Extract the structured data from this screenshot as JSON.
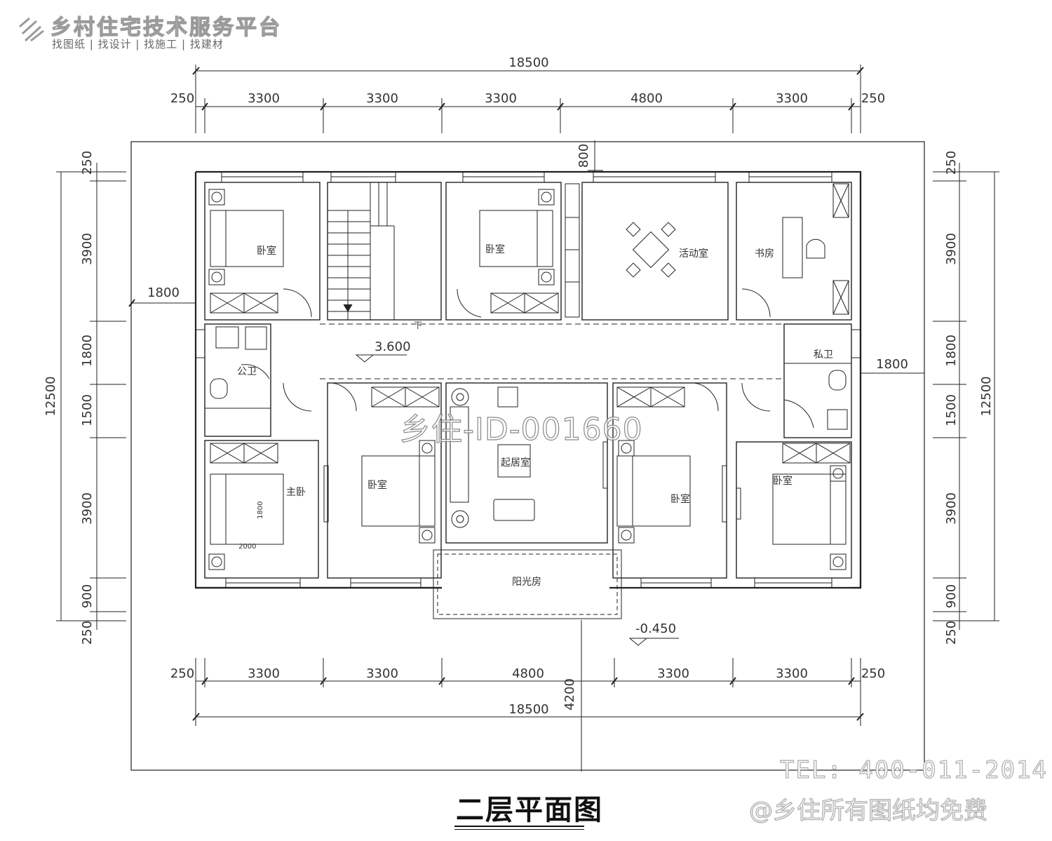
{
  "brand": {
    "title": "乡村住宅技术服务平台",
    "subtitle": "找图纸 | 找设计 | 找施工 | 找建材"
  },
  "watermark": "乡住-ID-001660",
  "footer": {
    "tel": "TEL: 400-011-2014",
    "free": "@乡住所有图纸均免费"
  },
  "plan_title": "二层平面图",
  "rooms": {
    "bedroom_tl": "卧室",
    "bedroom_tm": "卧室",
    "activity": "活动室",
    "study": "书房",
    "public_wc": "公卫",
    "private_wc": "私卫",
    "master_bedroom": "主卧",
    "bedroom_bl": "卧室",
    "living": "起居室",
    "bedroom_br": "卧室",
    "bedroom_rr": "卧室",
    "sunroom": "阳光房"
  },
  "annotations": {
    "stair_down": "下",
    "level_upper": "3.600",
    "level_lower": "-0.450",
    "bed_width": "2000",
    "bed_length": "1800"
  },
  "dimensions": {
    "top_total": "18500",
    "top_segments": [
      "250",
      "3300",
      "3300",
      "3300",
      "4800",
      "3300",
      "250"
    ],
    "top_offset": "800",
    "bottom_segments": [
      "250",
      "3300",
      "3300",
      "4800",
      "3300",
      "3300",
      "250"
    ],
    "bottom_total": "18500",
    "bottom_offset": "4200",
    "left_total": "12500",
    "left_segments": [
      "250",
      "3900",
      "1800",
      "1500",
      "3900",
      "900",
      "250"
    ],
    "left_offset": "1800",
    "right_total": "12500",
    "right_segments": [
      "250",
      "3900",
      "1800",
      "1500",
      "3900",
      "900",
      "250"
    ],
    "right_offset": "1800"
  }
}
